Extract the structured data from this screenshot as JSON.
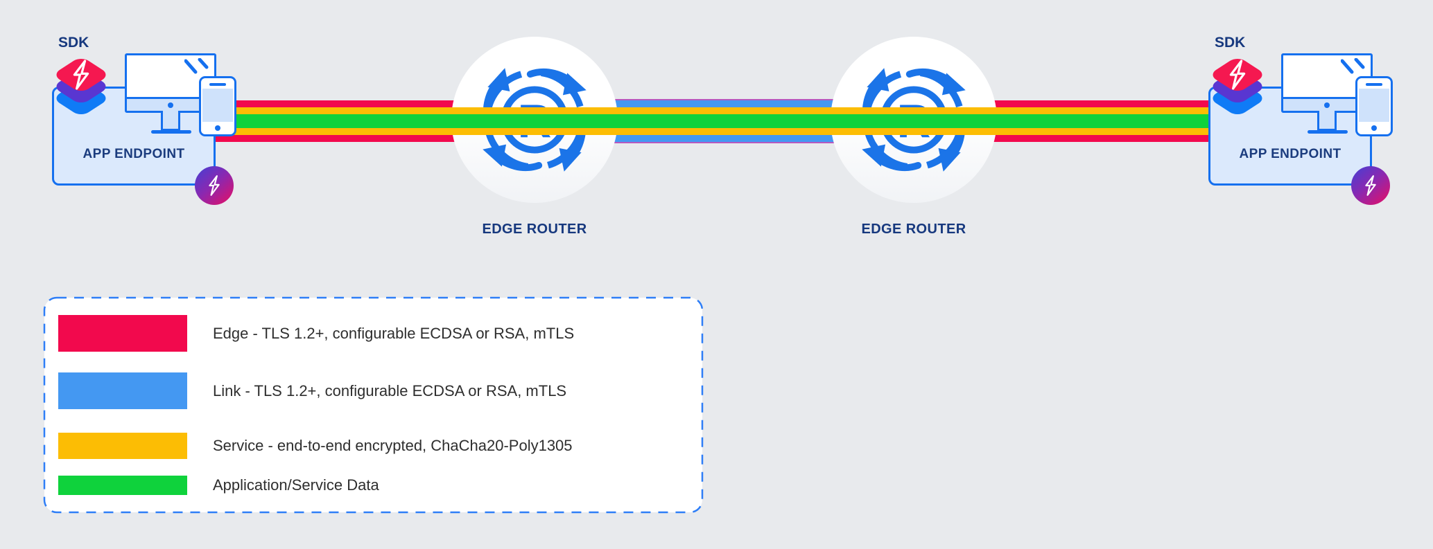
{
  "colors": {
    "background": "#e8eaed",
    "edge_band": "#f2094d",
    "link_band": "#4498f2",
    "service_band": "#fcbd04",
    "data_band": "#0fd23c",
    "device_outline": "#1570ef",
    "router_icon": "#1b74e8",
    "navy_label": "#16387e",
    "legend_text": "#2e2e2e",
    "legend_border": "#2e7ef7",
    "stack_red": "#f51850",
    "stack_purple": "#5936d1",
    "stack_blue": "#0f7bf6",
    "badge_gradient": [
      "#4340d5",
      "#8b28b0",
      "#e90e62"
    ]
  },
  "endpoints": {
    "left": {
      "sdk_label": "SDK",
      "label": "APP ENDPOINT"
    },
    "right": {
      "sdk_label": "SDK",
      "label": "APP ENDPOINT"
    }
  },
  "routers": {
    "left": {
      "label": "EDGE ROUTER",
      "letter": "R"
    },
    "right": {
      "label": "EDGE ROUTER",
      "letter": "R"
    }
  },
  "legend": {
    "items": [
      {
        "name": "edge",
        "color": "#f2094d",
        "label": "Edge - TLS 1.2+, configurable ECDSA or RSA, mTLS"
      },
      {
        "name": "link",
        "color": "#4498f2",
        "label": "Link - TLS 1.2+, configurable ECDSA or RSA, mTLS"
      },
      {
        "name": "service",
        "color": "#fcbd04",
        "label": "Service - end-to-end encrypted, ChaCha20-Poly1305"
      },
      {
        "name": "data",
        "color": "#0fd23c",
        "label": "Application/Service Data"
      }
    ]
  }
}
